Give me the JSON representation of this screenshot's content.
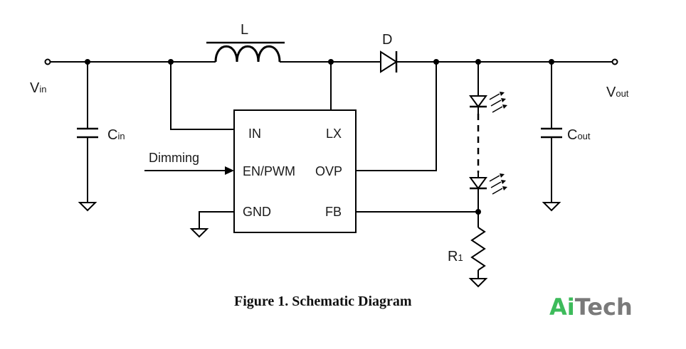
{
  "components": {
    "inductor": "L",
    "diode": "D",
    "vin": {
      "main": "V",
      "sub": "in"
    },
    "vout": {
      "main": "V",
      "sub": "out"
    },
    "cin": {
      "main": "C",
      "sub": "in"
    },
    "cout": {
      "main": "C",
      "sub": "out"
    },
    "r1": {
      "main": "R",
      "sub": "1"
    }
  },
  "ic": {
    "pin_in": "IN",
    "pin_lx": "LX",
    "pin_en": "EN/PWM",
    "pin_ovp": "OVP",
    "pin_gnd": "GND",
    "pin_fb": "FB"
  },
  "dimming_label": "Dimming",
  "caption": "Figure 1. Schematic Diagram",
  "logo": {
    "part1": "Ai",
    "part2": "Tech",
    "color1": "#3dbb5b",
    "color2": "#7a7a7a"
  }
}
